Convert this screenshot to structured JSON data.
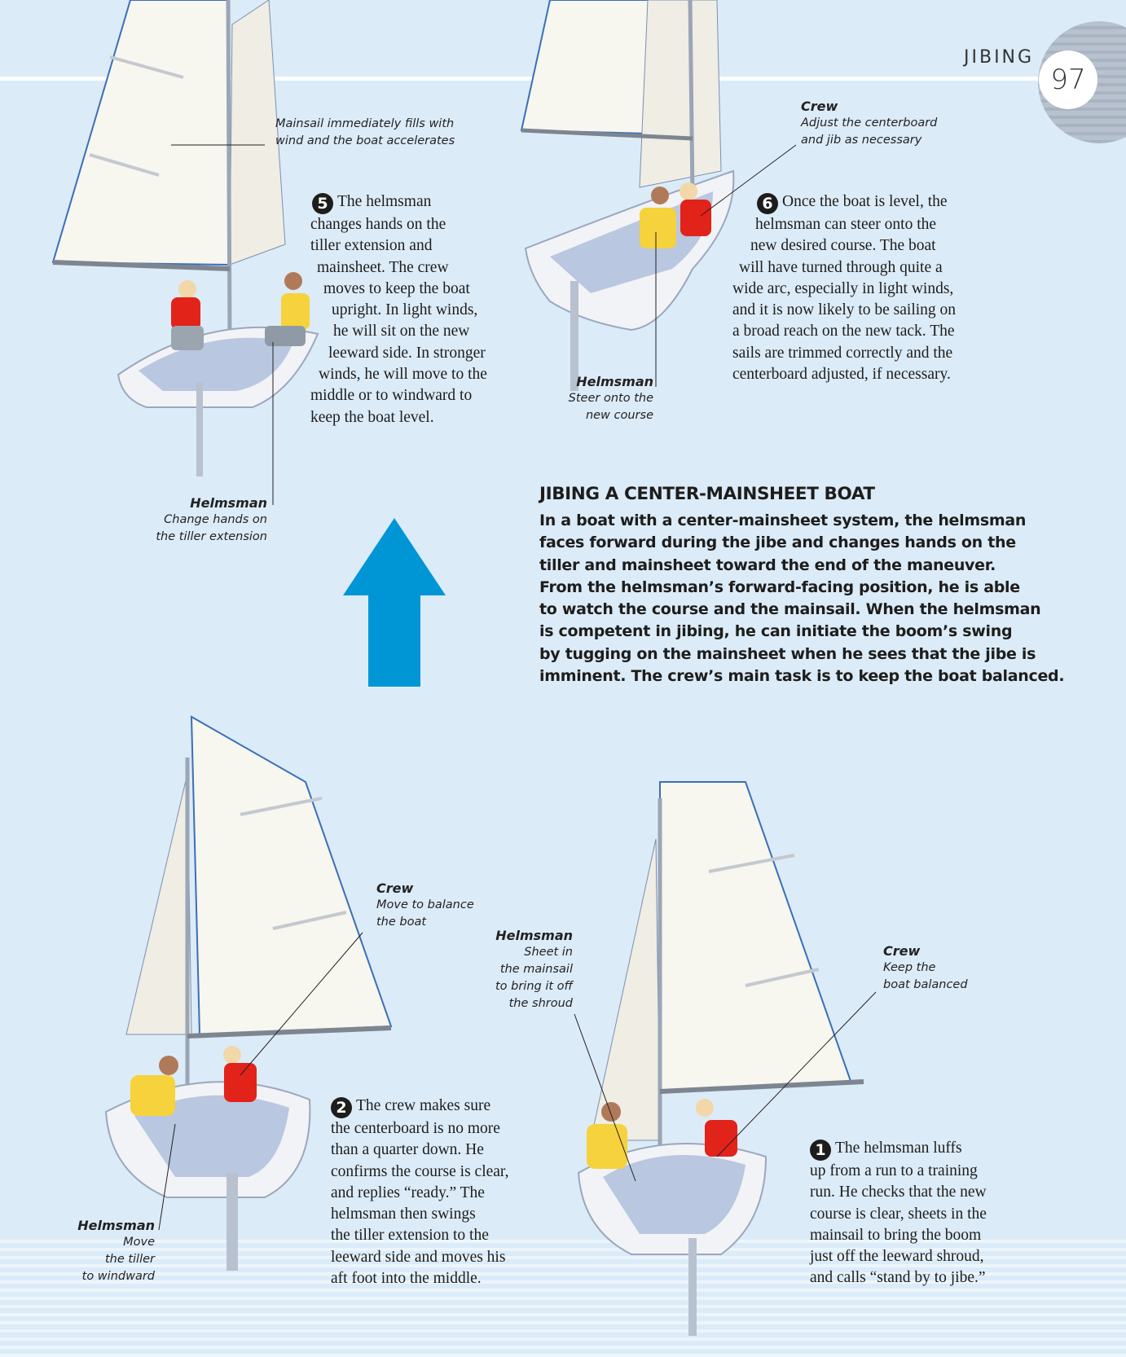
{
  "header": {
    "running_head": "JIBING",
    "page_number": "97"
  },
  "steps": {
    "step5": {
      "number": "5",
      "lines": [
        "The helmsman",
        "changes hands on the",
        "tiller extension and",
        "mainsheet. The crew",
        "moves to keep the boat",
        "upright. In light winds,",
        "he will sit on the new",
        "leeward side. In stronger",
        "winds, he will move to the",
        "middle or to windward to",
        "keep the boat level."
      ]
    },
    "step6": {
      "number": "6",
      "lines": [
        "Once the boat is level, the",
        "helmsman can steer onto the",
        "new desired course. The boat",
        "will have turned through quite a",
        "wide arc, especially in light winds,",
        "and it is now likely to be sailing on",
        "a broad reach on the new tack. The",
        "sails are trimmed correctly and the",
        "centerboard adjusted, if necessary."
      ]
    },
    "step2": {
      "number": "2",
      "lines": [
        "The crew makes sure",
        "the centerboard is no more",
        "than a quarter down. He",
        "confirms the course is clear,",
        "and replies “ready.” The",
        "helmsman then swings",
        "the tiller extension to the",
        "leeward side and moves his",
        "aft foot into the middle."
      ]
    },
    "step1": {
      "number": "1",
      "lines": [
        "The helmsman luffs",
        "up from a run to a training",
        "run. He checks that the new",
        "course is clear, sheets in the",
        "mainsail to bring the boom",
        "just off the leeward shroud,",
        "and calls “stand by to jibe.”"
      ]
    }
  },
  "callouts": {
    "mainsail_fills": {
      "lines": [
        "Mainsail immediately fills with",
        "wind and the boat accelerates"
      ]
    },
    "helmsman_step5": {
      "who": "Helmsman",
      "lines": [
        "Change hands on",
        "the tiller extension"
      ]
    },
    "crew_step6": {
      "who": "Crew",
      "lines": [
        "Adjust the centerboard",
        "and jib as necessary"
      ]
    },
    "helmsman_step6": {
      "who": "Helmsman",
      "lines": [
        "Steer onto the",
        "new course"
      ]
    },
    "crew_step2": {
      "who": "Crew",
      "lines": [
        "Move to balance",
        "the boat"
      ]
    },
    "helmsman_step2": {
      "who": "Helmsman",
      "lines": [
        "Move",
        "the tiller",
        "to windward"
      ]
    },
    "helmsman_step1": {
      "who": "Helmsman",
      "lines": [
        "Sheet in",
        "the mainsail",
        "to bring it off",
        "the shroud"
      ]
    },
    "crew_step1": {
      "who": "Crew",
      "lines": [
        "Keep the",
        "boat balanced"
      ]
    }
  },
  "section": {
    "title": "JIBING A CENTER-MAINSHEET BOAT",
    "lines": [
      "In a boat with a center-mainsheet system, the helmsman",
      "faces forward during the jibe and changes hands on the",
      "tiller and mainsheet toward the end of the maneuver.",
      "From the helmsman’s forward-facing position, he is able",
      "to watch the course and the mainsail. When the helmsman",
      "is competent in jibing, he can initiate the boom’s swing",
      "by tugging on the mainsheet when he sees that the jibe is",
      "imminent. The crew’s main task is to keep the boat balanced."
    ]
  },
  "icons": {
    "direction_arrow": "up-arrow",
    "arrow_color": "#0096d6"
  },
  "colors": {
    "background": "#dcebf8",
    "text": "#1d1d1b",
    "arrow": "#0096d6",
    "crew_vest": "#e2231a",
    "helmsman_vest": "#f6d23c"
  }
}
